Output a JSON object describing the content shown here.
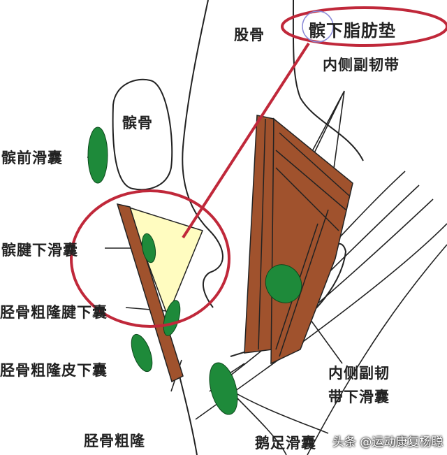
{
  "labels": {
    "femur": "股骨",
    "infrapatellar_fat_pad": "髌下脂肪垫",
    "medial_collateral_ligament": "内侧副韧带",
    "patella": "髌骨",
    "prepatellar_bursa": "髌前滑囊",
    "infrapatellar_bursa": "髌腱下滑囊",
    "deep_tibial_tuberosity_bursa": "胫骨粗隆腱下囊",
    "subcutaneous_tibial_tuberosity_bursa": "胫骨粗隆皮下囊",
    "tibial_tuberosity": "胫骨粗隆",
    "mcl_bursa_line1": "内侧副韧",
    "mcl_bursa_line2": "带下滑囊",
    "pes_anserine_bursa": "鹅足滑囊"
  },
  "watermark": "头条 @运动康复杨聪",
  "colors": {
    "bursa": "#1e8a3a",
    "ligament": "#a0522d",
    "fat_pad": "#fffcc0",
    "highlight": "#c0283a"
  }
}
